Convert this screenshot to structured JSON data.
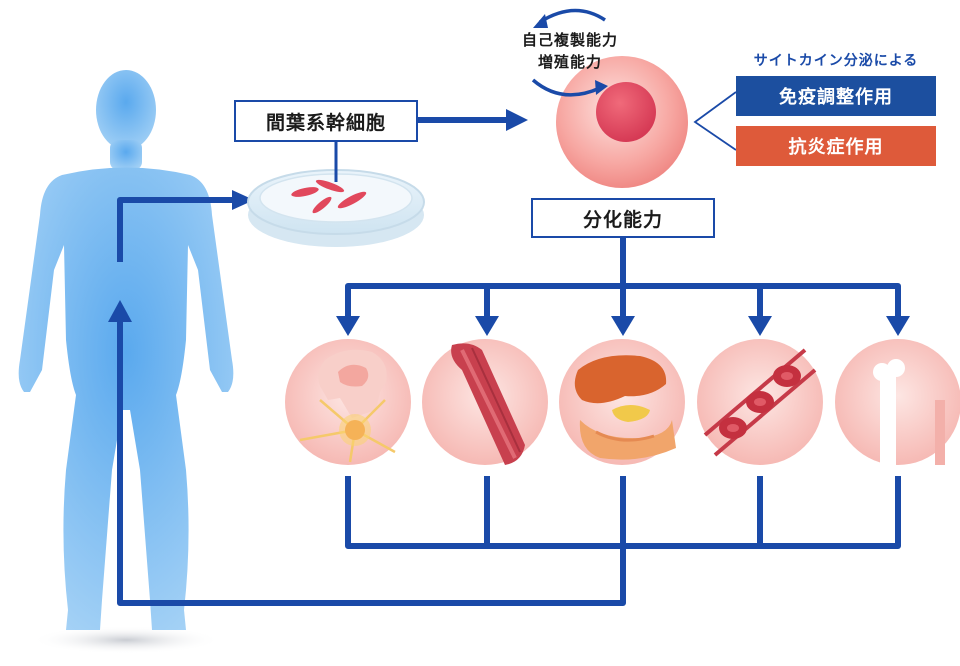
{
  "diagram": {
    "stem_cell_label": "間葉系幹細胞",
    "self_renewal_line1": "自己複製能力",
    "self_renewal_line2": "増殖能力",
    "cytokine_title": "サイトカイン分泌による",
    "immunomodulation_label": "免疫調整作用",
    "anti_inflammatory_label": "抗炎症作用",
    "differentiation_label": "分化能力"
  },
  "colors": {
    "arrow_blue": "#1a4aa8",
    "immuno_box": "#1c4f9f",
    "anti_inflammatory_box": "#de5a3a",
    "body_blue": "#8fc4f2",
    "cell_pink": "#f59b98"
  },
  "icons": [
    "human-body-icon",
    "petri-dish-icon",
    "stem-cell-icon",
    "nerve-cell-icon",
    "muscle-fiber-icon",
    "organs-icon",
    "blood-cells-icon",
    "bone-icon"
  ]
}
